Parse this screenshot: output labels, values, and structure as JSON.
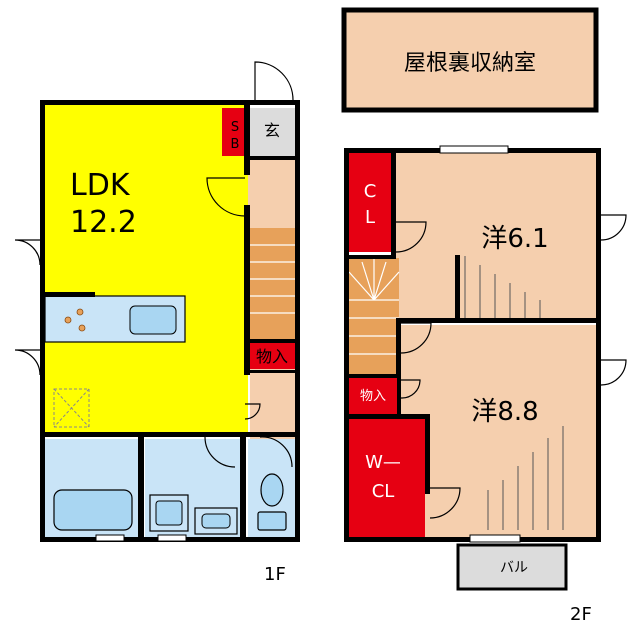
{
  "colors": {
    "ldk": "#ffff00",
    "room": "#f5cfae",
    "storage": "#e60012",
    "wet": "#c9e4f7",
    "stairs": "#e7a15a",
    "entry": "#dcdcdc",
    "wall": "#000000",
    "fixture": "#a9d6f2"
  },
  "floor1": {
    "label": "1F",
    "rooms": {
      "ldk_name": "LDK",
      "ldk_size": "12.2",
      "sb_top": "S",
      "sb_bottom": "B",
      "genkan": "玄",
      "closet": "物入"
    }
  },
  "floor2": {
    "label": "2F",
    "attic": "屋根裏収納室",
    "rooms": {
      "cl_top": "C",
      "cl_bottom": "L",
      "yo1": "洋6.1",
      "yo2": "洋8.8",
      "closet": "物入",
      "wcl_top": "W—",
      "wcl_bottom": "CL",
      "balcony": "バル"
    }
  }
}
